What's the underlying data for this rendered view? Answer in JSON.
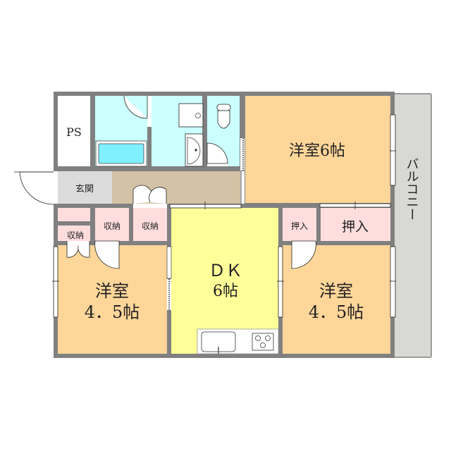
{
  "floor_plan": {
    "type": "2DK apartment floor plan",
    "colors": {
      "wall": "#808080",
      "western_room": "#ffd699",
      "dk": "#ffff99",
      "wet_area": "#ccffff",
      "hall": "#d4c2a6",
      "entrance": "#dcdcdc",
      "storage": "#ffdddd",
      "balcony": "#d8d8d4",
      "bathtub": "#80f0ff"
    },
    "rooms": {
      "ps": {
        "label": "PS"
      },
      "entrance": {
        "label": "玄関"
      },
      "western_6": {
        "label": "洋室6帖"
      },
      "dk": {
        "label_line1": "ＤＫ",
        "label_line2": "6帖"
      },
      "western_left": {
        "label_line1": "洋室",
        "label_line2": "4．5帖"
      },
      "western_right": {
        "label_line1": "洋室",
        "label_line2": "4．5帖"
      },
      "storage_left_small": {
        "label": "収納"
      },
      "storage_mid_1": {
        "label": "収納"
      },
      "storage_mid_2": {
        "label": "収納"
      },
      "oshiire_small": {
        "label": "押入"
      },
      "oshiire_large": {
        "label": "押入"
      },
      "balcony": {
        "label": "バルコニー"
      }
    },
    "fixtures": [
      "bathtub",
      "washing-machine-pan",
      "washbasin",
      "toilet",
      "kitchen-sink",
      "gas-stove"
    ]
  }
}
